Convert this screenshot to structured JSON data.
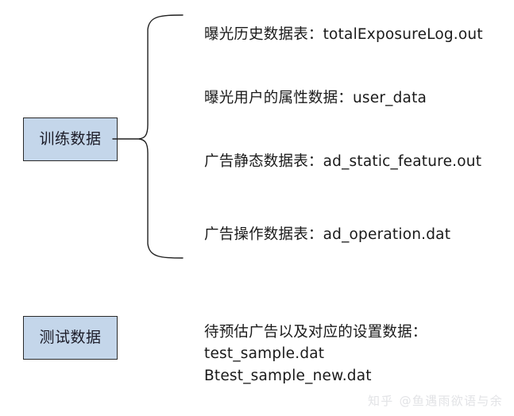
{
  "diagram": {
    "type": "brace-grouping-diagram",
    "background_color": "#ffffff",
    "box_fill_color": "#c4d6ea",
    "box_border_color": "#2a2a2a",
    "text_color": "#1a1a1a",
    "nodes": [
      {
        "id": "train",
        "label": "训练数据"
      },
      {
        "id": "test",
        "label": "测试数据"
      }
    ],
    "training_items": [
      {
        "label": "曝光历史数据表：totalExposureLog.out"
      },
      {
        "label": "曝光用户的属性数据：user_data"
      },
      {
        "label": "广告静态数据表：ad_static_feature.out"
      },
      {
        "label": "广告操作数据表：ad_operation.dat"
      }
    ],
    "test_items": [
      {
        "label": "待预估广告以及对应的设置数据："
      },
      {
        "label": "test_sample.dat"
      },
      {
        "label": "Btest_sample_new.dat"
      }
    ]
  },
  "watermark": {
    "brand": "知乎",
    "handle": "@鱼遇雨欲语与余",
    "color": "#e2e3e6"
  }
}
